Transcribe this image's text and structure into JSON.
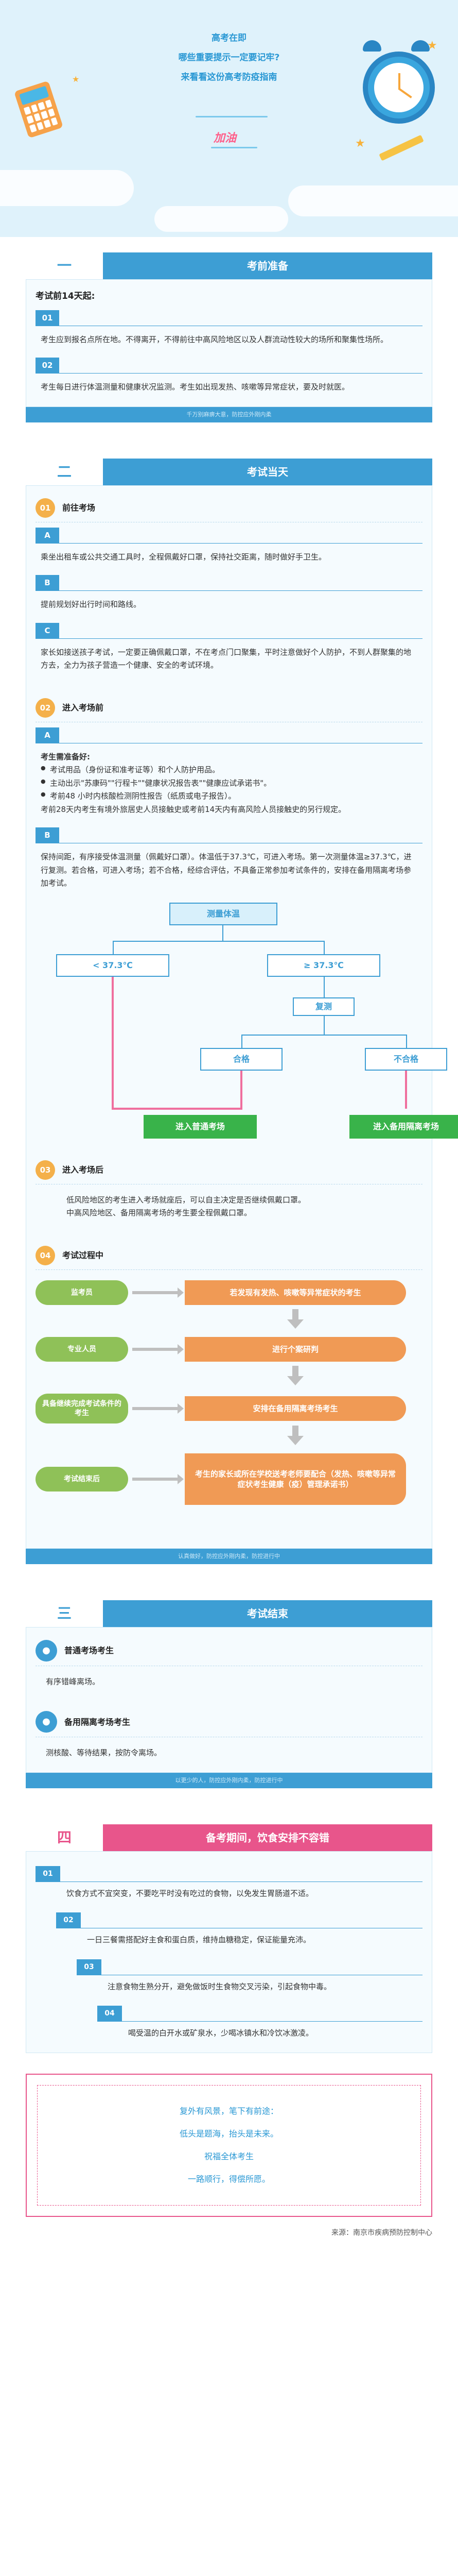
{
  "hero": {
    "lines": [
      "高考在即",
      "哪些重要提示一定要记牢?",
      "来看看这份高考防疫指南"
    ],
    "cheer": "加油",
    "colors": {
      "bg": "#dff2fb",
      "accent": "#2a98d4",
      "pink": "#ff5f8a"
    }
  },
  "s1": {
    "num": "一",
    "title": "考前准备",
    "subtitle": "考试前14天起:",
    "items": [
      {
        "tag": "01",
        "text": "考生应到报名点所在地。不得离开，不得前往中高风险地区以及人群流动性较大的场所和聚集性场所。"
      },
      {
        "tag": "02",
        "text": "考生每日进行体温测量和健康状况监测。考生如出现发热、咳嗽等异常症状，要及时就医。"
      }
    ],
    "foot": "千万别麻痹大意，防控应外刚内柔"
  },
  "s2": {
    "num": "二",
    "title": "考试当天",
    "p1": {
      "n": "01",
      "head": "前往考场",
      "items": [
        {
          "tag": "A",
          "text": "乘坐出租车或公共交通工具时，全程佩戴好口罩，保持社交距离，随时做好手卫生。"
        },
        {
          "tag": "B",
          "text": "提前规划好出行时间和路线。"
        },
        {
          "tag": "C",
          "text": "家长如接送孩子考试，一定要正确佩戴口罩，不在考点门口聚集，平时注意做好个人防护，不到人群聚集的地方去，全力为孩子营造一个健康、安全的考试环境。"
        }
      ]
    },
    "p2": {
      "n": "02",
      "head": "进入考场前",
      "tagA": "A",
      "needTitle": "考生需准备好:",
      "bullets": [
        "考试用品（身份证和准考证等）和个人防护用品。",
        "主动出示\"苏康码\"\"行程卡\"\"健康状况报告表\"\"健康应试承诺书\"。",
        "考前48 小时内核酸检测阴性报告（纸质或电子报告）。"
      ],
      "extra": "考前28天内考生有境外旅居史人员接触史或考前14天内有高风险人员接触史的另行规定。",
      "tagB": "B",
      "bText": "保持间距，有序接受体温测量（佩戴好口罩）。体温低于37.3℃，可进入考场。第一次测量体温≥37.3℃，进行复测。若合格，可进入考场；若不合格，经综合评估，不具备正常参加考试条件的，安排在备用隔离考场参加考试。",
      "flow": {
        "top": "测量体温",
        "low": "< 37.3℃",
        "high": "≥ 37.3℃",
        "retest": "复测",
        "pass": "合格",
        "fail": "不合格",
        "normalRoom": "进入普通考场",
        "isoRoom": "进入备用隔离考场"
      }
    },
    "p3": {
      "n": "03",
      "head": "进入考场后",
      "lines": [
        "低风险地区的考生进入考场就座后，可以自主决定是否继续佩戴口罩。",
        "中高风险地区、备用隔离考场的考生要全程佩戴口罩。"
      ]
    },
    "p4": {
      "n": "04",
      "head": "考试过程中",
      "rows": [
        {
          "label": "监考员",
          "result": "若发现有发热、咳嗽等异常症状的考生"
        },
        {
          "label": "专业人员",
          "result": "进行个案研判"
        },
        {
          "label": "具备继续完成考试条件的考生",
          "result": "安排在备用隔离考场考生"
        },
        {
          "label": "考试结束后",
          "result": "考生的家长或所在学校送考老师要配合（发热、咳嗽等异常症状考生健康（疫）管理承诺书）"
        }
      ]
    },
    "foot": "认真做好，防控应外刚内柔，防控进行中"
  },
  "s3": {
    "num": "三",
    "title": "考试结束",
    "items": [
      {
        "head": "普通考场考生",
        "text": "有序错峰离场。"
      },
      {
        "head": "备用隔离考场考生",
        "text": "测核酸、等待结果，按防令离场。"
      }
    ],
    "foot": "以更少的人，防控应外刚内柔，防控进行中"
  },
  "s4": {
    "num": "四",
    "title": "备考期间，饮食安排不容错",
    "items": [
      {
        "tag": "01",
        "text": "饮食方式不宜突变，不要吃平时没有吃过的食物，以免发生胃肠道不适。"
      },
      {
        "tag": "02",
        "text": "一日三餐需搭配好主食和蛋白质，维持血糖稳定，保证能量充沛。"
      },
      {
        "tag": "03",
        "text": "注意食物生熟分开，避免做饭时生食物交叉污染，引起食物中毒。"
      },
      {
        "tag": "04",
        "text": "喝受温的白开水或矿泉水，少喝冰镇水和冷饮冰激凌。"
      }
    ]
  },
  "final": {
    "lines": [
      "复外有风景，笔下有前途：",
      "低头是题海，抬头是未来。",
      "祝福全体考生",
      "一路顺行，得偿所愿。"
    ]
  },
  "source": "来源：南京市疾病预防控制中心"
}
